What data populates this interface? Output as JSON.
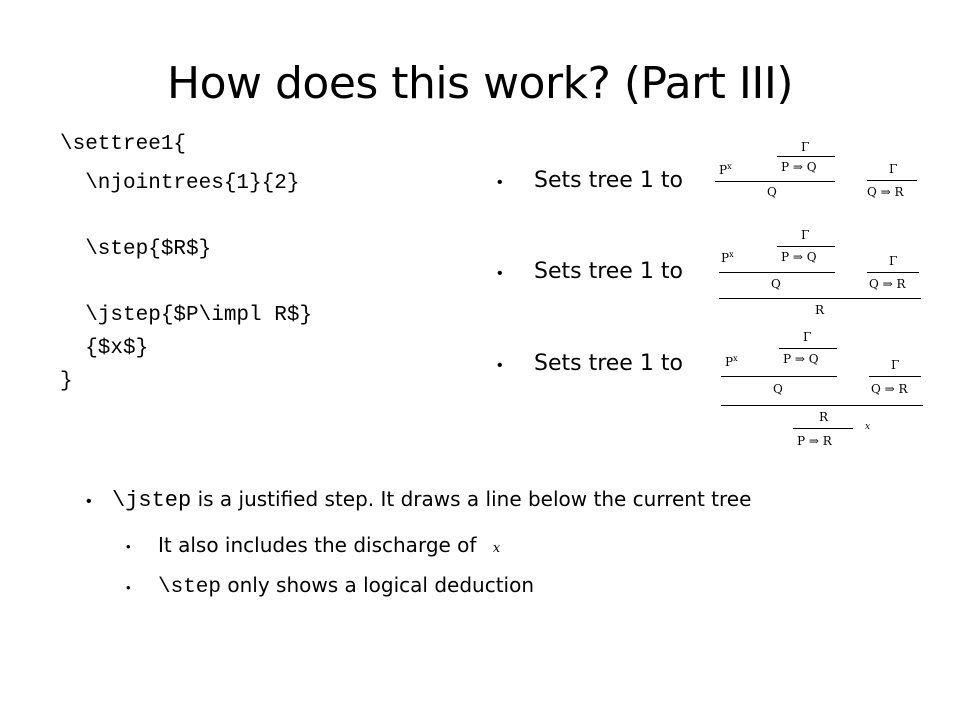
{
  "slide": {
    "title": "How does this work? (Part III)",
    "code_lines": [
      "\\settree1{",
      "  \\njointrees{1}{2}",
      "",
      "  \\step{$R$}",
      "",
      "  \\jstep{$P\\impl R$}",
      "  {$x$}",
      "}"
    ],
    "right_bullets": [
      "Sets tree 1 to",
      "Sets tree 1 to",
      "Sets tree 1 to"
    ],
    "bottom": {
      "b1_code": "\\jstep",
      "b1_text": " is a justified step. It draws a line below the current tree",
      "b2_text": "It also includes the discharge of",
      "b3_code": "\\step",
      "b3_text": " only shows a logical deduction"
    },
    "math": {
      "gamma": "Γ",
      "p_impl_q": "P ⇒ Q",
      "q_impl_r": "Q ⇒ R",
      "p_impl_r": "P ⇒ R",
      "p": "P",
      "x": "x",
      "q": "Q",
      "r": "R"
    }
  }
}
